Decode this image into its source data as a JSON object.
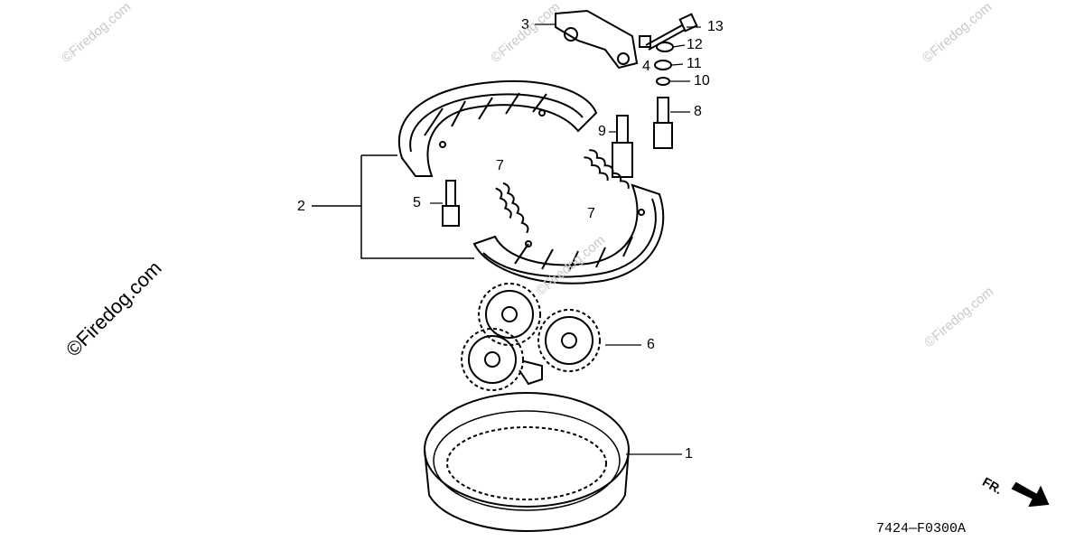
{
  "watermark": "©Firedog.com",
  "callouts": {
    "c1": "1",
    "c2": "2",
    "c3": "3",
    "c4": "4",
    "c5": "5",
    "c6": "6",
    "c7a": "7",
    "c7b": "7",
    "c8": "8",
    "c9": "9",
    "c10": "10",
    "c11": "11",
    "c12": "12",
    "c13": "13"
  },
  "diagram_code": "7424—F0300A",
  "front_marker": "FR."
}
